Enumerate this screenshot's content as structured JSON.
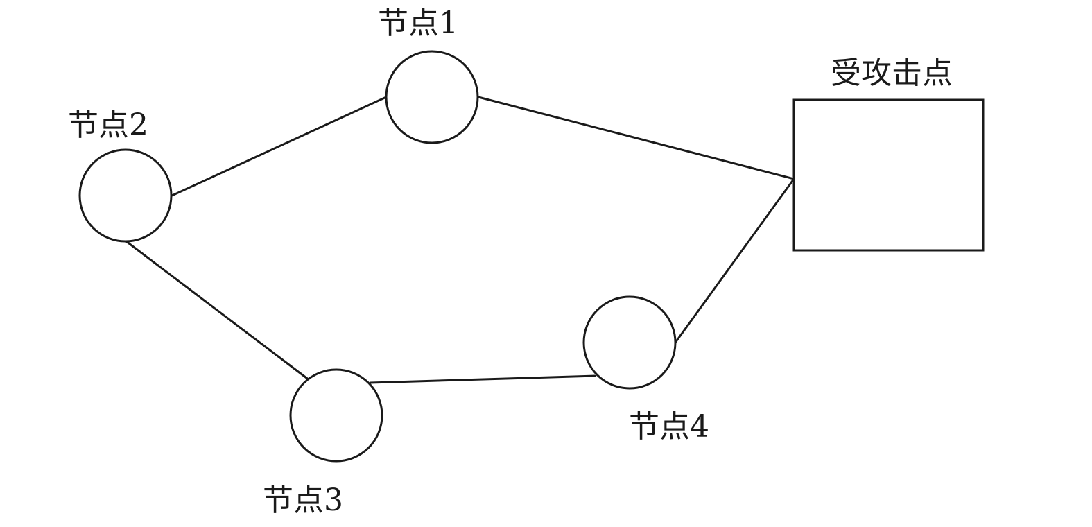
{
  "diagram": {
    "nodes": [
      {
        "id": "node1",
        "label": "节点1",
        "shape": "circle"
      },
      {
        "id": "node2",
        "label": "节点2",
        "shape": "circle"
      },
      {
        "id": "node3",
        "label": "节点3",
        "shape": "circle"
      },
      {
        "id": "node4",
        "label": "节点4",
        "shape": "circle"
      },
      {
        "id": "target",
        "label": "受攻击点",
        "shape": "rectangle"
      }
    ],
    "edges": [
      {
        "from": "node2",
        "to": "node1"
      },
      {
        "from": "node1",
        "to": "target"
      },
      {
        "from": "node2",
        "to": "node3"
      },
      {
        "from": "node3",
        "to": "node4"
      },
      {
        "from": "node4",
        "to": "target"
      }
    ],
    "colors": {
      "stroke": "#1a1a1a",
      "background": "#ffffff"
    }
  }
}
